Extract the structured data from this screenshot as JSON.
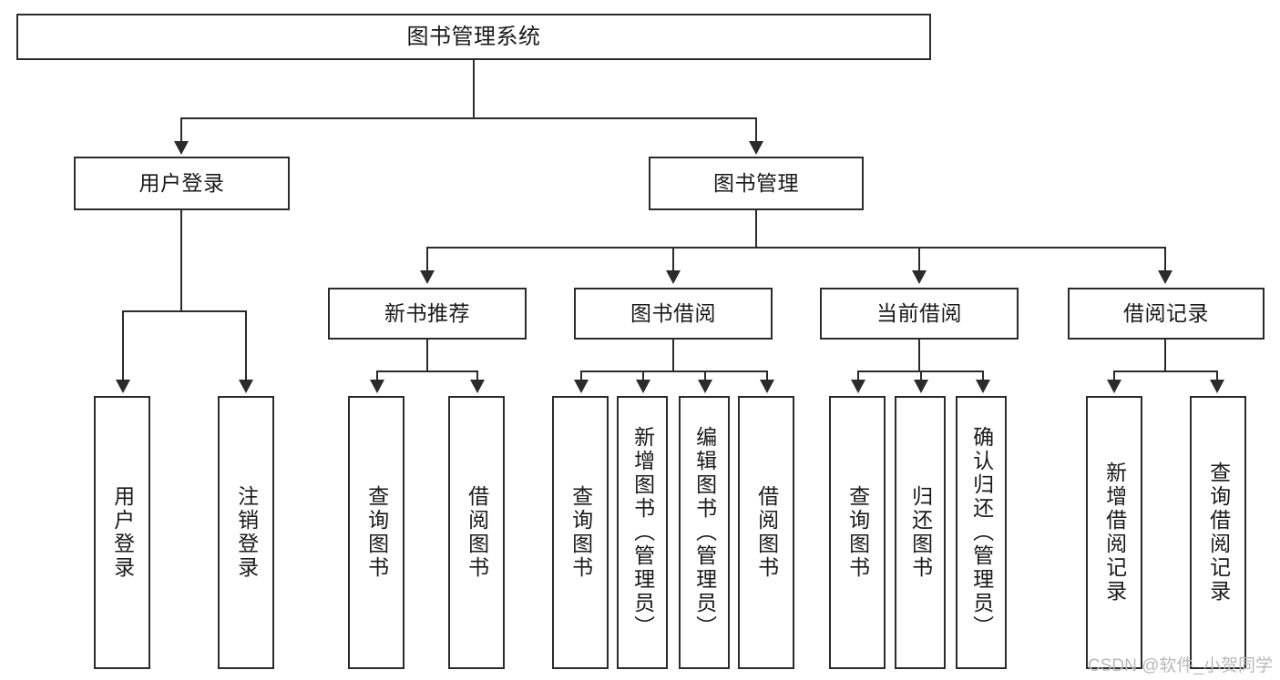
{
  "diagram": {
    "title": "图书管理系统",
    "type": "hierarchy-tree",
    "root": {
      "id": "root",
      "label": "图书管理系统"
    },
    "level2": [
      {
        "id": "user-login",
        "label": "用户登录"
      },
      {
        "id": "book-manage",
        "label": "图书管理"
      }
    ],
    "level3": [
      {
        "id": "new-book-recommend",
        "label": "新书推荐"
      },
      {
        "id": "book-borrow",
        "label": "图书借阅"
      },
      {
        "id": "current-borrow",
        "label": "当前借阅"
      },
      {
        "id": "borrow-record",
        "label": "借阅记录"
      }
    ],
    "leaves": [
      {
        "id": "leaf-user-login",
        "label": "用户登录"
      },
      {
        "id": "leaf-logout-login",
        "label": "注销登录"
      },
      {
        "id": "leaf-query-book-1",
        "label": "查询图书"
      },
      {
        "id": "leaf-borrow-book-1",
        "label": "借阅图书"
      },
      {
        "id": "leaf-query-book-2",
        "label": "查询图书"
      },
      {
        "id": "leaf-add-book",
        "label": "新增图书（管理员）"
      },
      {
        "id": "leaf-edit-book",
        "label": "编辑图书（管理员）"
      },
      {
        "id": "leaf-borrow-book-2",
        "label": "借阅图书"
      },
      {
        "id": "leaf-query-book-3",
        "label": "查询图书"
      },
      {
        "id": "leaf-return-book",
        "label": "归还图书"
      },
      {
        "id": "leaf-confirm-return",
        "label": "确认归还（管理员）"
      },
      {
        "id": "leaf-add-record",
        "label": "新增借阅记录"
      },
      {
        "id": "leaf-query-record",
        "label": "查询借阅记录"
      }
    ]
  },
  "watermark": {
    "text": "CSDN @软件_小贺同学"
  },
  "colors": {
    "stroke": "#2b2b2b",
    "background": "#ffffff",
    "text": "#1a1a1a",
    "watermark": "#b9b9b9"
  }
}
